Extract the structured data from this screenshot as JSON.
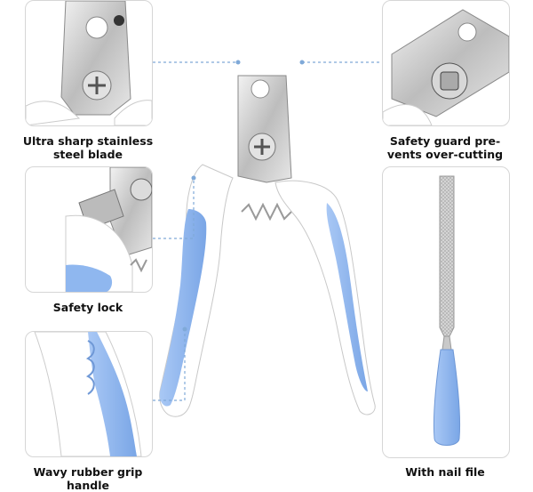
{
  "features": {
    "blade": {
      "line1": "Ultra sharp stainless",
      "line2": "steel blade"
    },
    "guard": {
      "line1": "Safety guard pre-",
      "line2": "vents over-cutting"
    },
    "lock": {
      "line1": "Safety lock"
    },
    "grip": {
      "line1": "Wavy rubber grip",
      "line2": "handle"
    },
    "file": {
      "line1": "With nail file"
    }
  },
  "colors": {
    "accent_blue": "#8fb7ef",
    "steel": "#c9c9c9",
    "handle_white": "#ffffff"
  }
}
